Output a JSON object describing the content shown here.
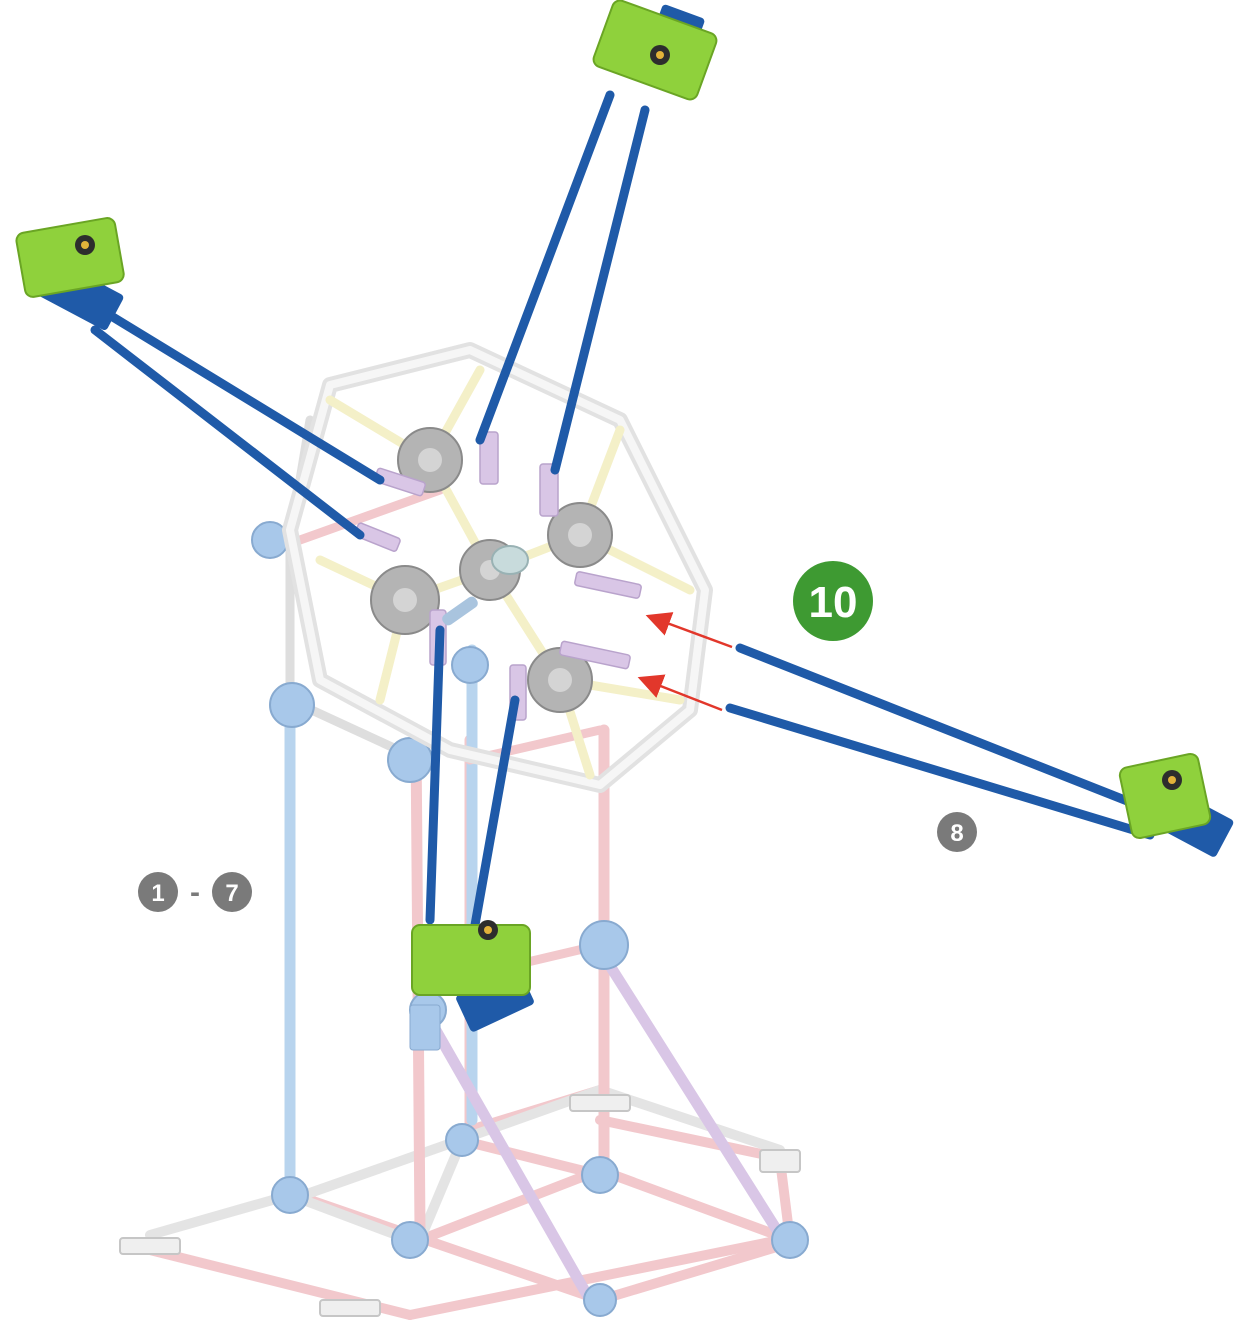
{
  "step": {
    "number": "10",
    "badge_color": "#3e9a32"
  },
  "part_refs": {
    "range_start": "1",
    "range_sep": "-",
    "range_end": "7",
    "new_part": "8",
    "badge_color": "#7a7a7a"
  },
  "colors": {
    "rod_blue": "#1f5aa8",
    "rod_light_blue": "#b8d4ee",
    "rod_pink": "#f2c8cc",
    "rod_lavender": "#d9c6e6",
    "rod_yellow": "#f4f0c8",
    "connector_white": "#eeeeee",
    "connector_gray": "#9a9a9a",
    "connector_light_blue": "#a8c8ea",
    "seat_green": "#8fd13c",
    "arrow_red": "#e2372b"
  }
}
